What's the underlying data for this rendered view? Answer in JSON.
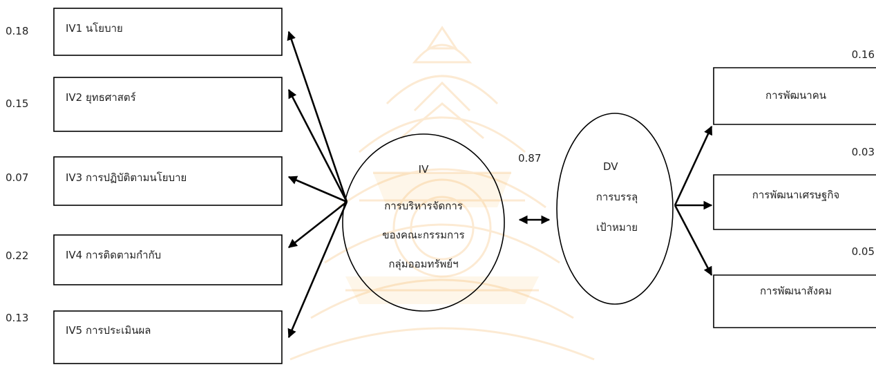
{
  "left_boxes": [
    {
      "id": "IV1",
      "label": "IV1 นโยบาย",
      "coefficient": "0.18"
    },
    {
      "id": "IV2",
      "label": "IV2 ยุทธศาสตร์",
      "coefficient": "0.15"
    },
    {
      "id": "IV3",
      "label": "IV3 การปฏิบัติตามนโยบาย",
      "coefficient": "0.07"
    },
    {
      "id": "IV4",
      "label": "IV4 การติดตามกำกับ",
      "coefficient": "0.22"
    },
    {
      "id": "IV5",
      "label": "IV5 การประเมินผล",
      "coefficient": "0.13"
    }
  ],
  "iv_ellipse": {
    "lines": [
      "IV",
      "การบริหารจัดการ",
      "ของคณะกรรมการ",
      "กลุ่มออมทรัพย์ฯ"
    ]
  },
  "dv_ellipse": {
    "lines": [
      "DV",
      "การบรรลุ",
      "เป้าหมาย"
    ]
  },
  "correlation": "0.87",
  "right_boxes": [
    {
      "label": "การพัฒนาคน",
      "coefficient": "0.16"
    },
    {
      "label": "การพัฒนาเศรษฐกิจ",
      "coefficient": "0.03"
    },
    {
      "label": "การพัฒนาสังคม",
      "coefficient": "0.05"
    }
  ],
  "colors": {
    "line": "#000000",
    "text": "#222222",
    "watermark": "#f0a020"
  }
}
